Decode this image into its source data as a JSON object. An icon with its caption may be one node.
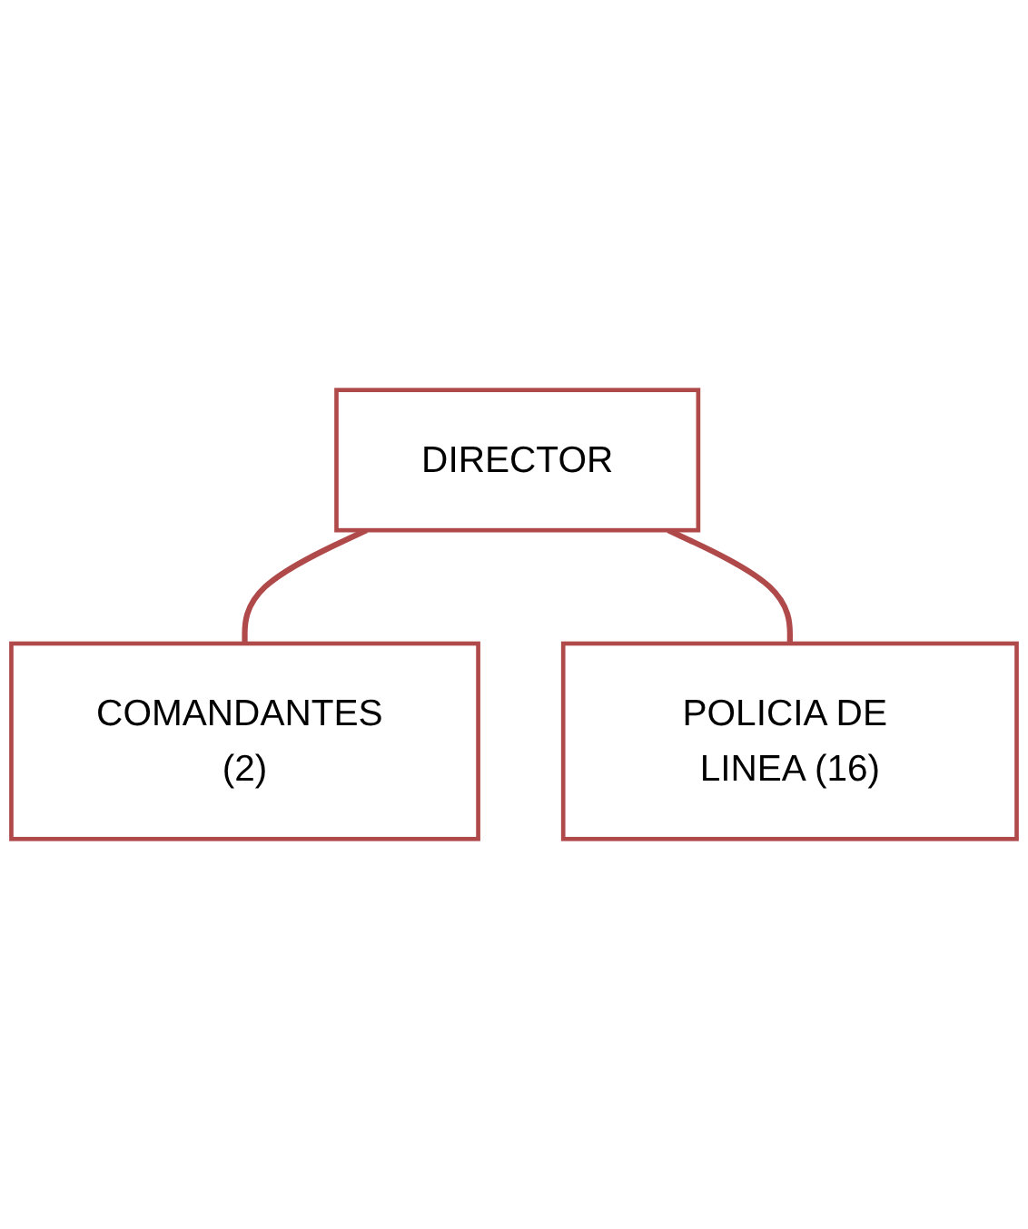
{
  "diagram": {
    "nodes": [
      {
        "text": [
          "DIRECTOR"
        ]
      },
      {
        "text": [
          "COMANDANTES (2)"
        ]
      },
      {
        "text": [
          "POLICIA DE LINEA (16)"
        ]
      }
    ],
    "edges": [
      {
        "from": 0,
        "to": 1,
        "arrow": "none"
      },
      {
        "from": 0,
        "to": 2,
        "arrow": "none"
      }
    ]
  }
}
